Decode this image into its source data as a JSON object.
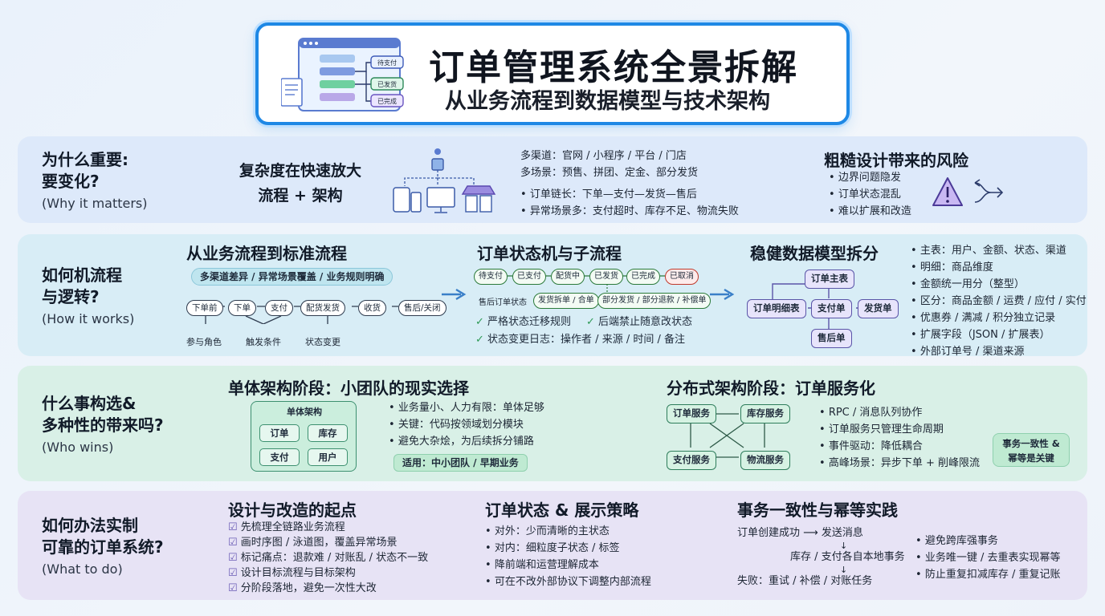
{
  "banner": {
    "title": "订单管理系统全景拆解",
    "subtitle": "从业务流程到数据模型与技术架构",
    "illus_labels": [
      "待支付",
      "已发货",
      "已完成"
    ]
  },
  "row1": {
    "question": "为什么重要:",
    "question2": "要变化?",
    "english": "(Why it matters)",
    "headline1": "复杂度在快速放大",
    "headline2": "流程 + 架构",
    "points": [
      "多渠道：官网 / 小程序 / 平台 / 门店",
      "多场景：预售、拼团、定金、部分发货",
      "订单链长：下单—支付—发货—售后",
      "异常场景多：支付超时、库存不足、物流失败"
    ],
    "risk_title": "粗糙设计带来的风险",
    "risks": [
      "边界问题隐发",
      "订单状态混乱",
      "难以扩展和改造"
    ]
  },
  "row2": {
    "question": "如何机流程",
    "question2": "与逻转?",
    "english": "(How it works)",
    "flow": {
      "title": "从业务流程到标准流程",
      "pill": "多渠道差异 / 异常场景覆盖 / 业务规则明确",
      "nodes": [
        "下单前",
        "下单",
        "支付",
        "配货发货",
        "收货",
        "售后/关闭"
      ],
      "labels": [
        "参与角色",
        "触发条件",
        "状态变更"
      ]
    },
    "state": {
      "title": "订单状态机与子流程",
      "nodes": [
        "待支付",
        "已支付",
        "配货中",
        "已发货",
        "已完成",
        "已取消"
      ],
      "sub_label": "售后订单状态",
      "sub_nodes": [
        "发货拆单 / 合单",
        "部分发货 / 部分退款 / 补偿单"
      ],
      "rules": [
        "严格状态迁移规则",
        "后端禁止随意改状态",
        "状态变更日志：操作者 / 来源 / 时间 / 备注"
      ]
    },
    "model": {
      "title": "稳健数据模型拆分",
      "nodes": [
        "订单主表",
        "订单明细表",
        "支付单",
        "发货单",
        "售后单"
      ],
      "points": [
        "主表：用户、金额、状态、渠道",
        "明细：商品维度",
        "金额统一用分（整型）",
        "区分：商品金额 / 运费 / 应付 / 实付",
        "优惠券 / 满减 / 积分独立记录",
        "扩展字段（JSON / 扩展表）",
        "外部订单号 / 渠道来源"
      ]
    }
  },
  "row3": {
    "question": "什么事构选&",
    "question2": "多种性的带来吗?",
    "english": "(Who wins)",
    "mono": {
      "title": "单体架构阶段：小团队的现实选择",
      "box_title": "单体架构",
      "cells": [
        "订单",
        "库存",
        "支付",
        "用户"
      ],
      "points": [
        "业务量小、人力有限：单体足够",
        "关键：代码按领域划分模块",
        "避免大杂烩，为后续拆分铺路"
      ],
      "fit": "适用：中小团队 / 早期业务"
    },
    "dist": {
      "title": "分布式架构阶段：订单服务化",
      "services": [
        "订单服务",
        "库存服务",
        "支付服务",
        "物流服务"
      ],
      "points": [
        "RPC / 消息队列协作",
        "订单服务只管理生命周期",
        "事件驱动：降低耦合",
        "高峰场景：异步下单 + 削峰限流"
      ],
      "badge1": "事务一致性 &",
      "badge2": "幂等是关键"
    }
  },
  "row4": {
    "question": "如何办法实制",
    "question2": "可靠的订单系统?",
    "english": "(What to do)",
    "start": {
      "title": "设计与改造的起点",
      "items": [
        "先梳理全链路业务流程",
        "画时序图 / 泳道图，覆盖异常场景",
        "标记痛点：退款难 / 对账乱 / 状态不一致",
        "设计目标流程与目标架构",
        "分阶段落地，避免一次性大改"
      ]
    },
    "display": {
      "title": "订单状态 & 展示策略",
      "points": [
        "对外：少而清晰的主状态",
        "对内：细粒度子状态 / 标签",
        "降前端和运营理解成本",
        "可在不改外部协议下调整内部流程"
      ]
    },
    "tx": {
      "title": "事务一致性与幂等实践",
      "flow1": "订单创建成功 ⟶ 发送消息",
      "flow2": "库存 / 支付各自本地事务",
      "flow3": "失败：重试 / 补偿 / 对账任务",
      "points": [
        "避免跨库强事务",
        "业务唯一键 / 去重表实现幂等",
        "防止重复扣减库存 / 重复记账"
      ]
    }
  }
}
